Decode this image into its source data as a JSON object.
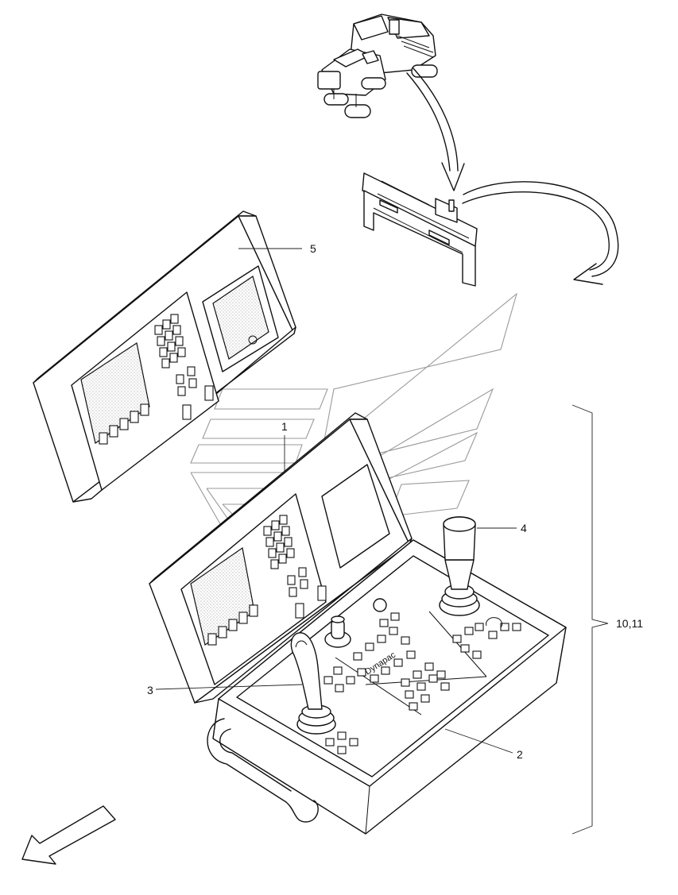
{
  "callouts": {
    "c1": "1",
    "c2": "2",
    "c3": "3",
    "c4": "4",
    "c5": "5",
    "c10_11": "10,11"
  },
  "console_brand": "Dynapac",
  "colors": {
    "line": "#111111",
    "ghost_logo": "#9a9a9a",
    "background": "#ffffff"
  }
}
